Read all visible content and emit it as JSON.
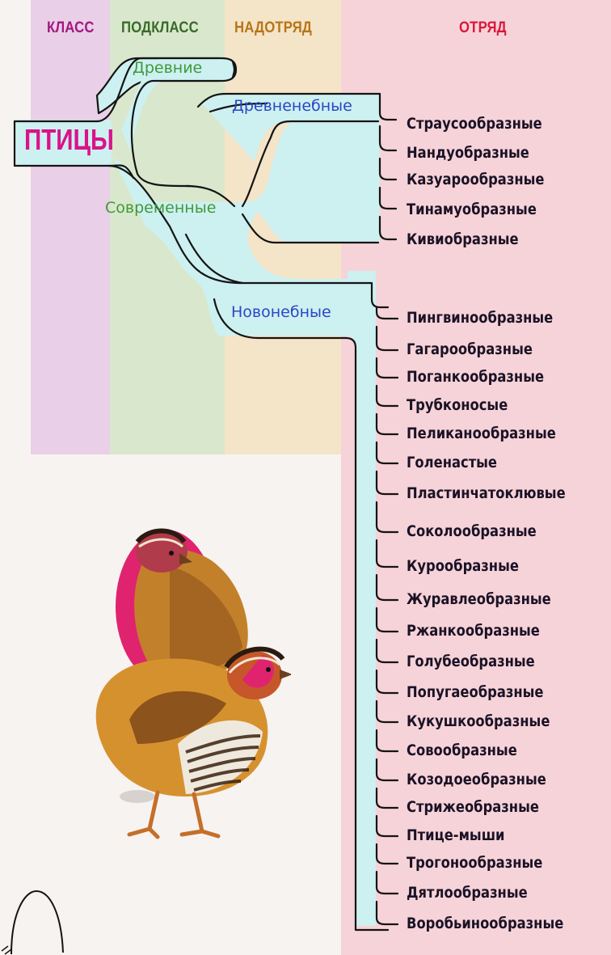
{
  "headers": {
    "class": "КЛАСС",
    "subclass": "ПОДКЛАСС",
    "superorder": "НАДОТРЯД",
    "order": "ОТРЯД"
  },
  "tree": {
    "root": "ПТИЦЫ",
    "ancient": "Древние",
    "modern": "Современные",
    "paleognathae": "Древненебные",
    "neognathae": "Новонебные"
  },
  "paleognathae_orders": [
    "Страусообразные",
    "Нандуобразные",
    "Казуарообразные",
    "Тинамуобразные",
    "Кивиобразные"
  ],
  "neognathae_orders": [
    "Пингвинообразные",
    "Гагарообразные",
    "Поганкообразные",
    "Трубконосые",
    "Пеликанообразные",
    "Голенастые",
    "Пластинчатоклювые",
    "Соколообразные",
    "Курообразные",
    "Журавлеобразные",
    "Ржанкообразные",
    "Голубеобразные",
    "Попугаеобразные",
    "Кукушкообразные",
    "Совообразные",
    "Козодоеобразные",
    "Стрижеобразные",
    "Птице-мыши",
    "Трогонообразные",
    "Дятлообразные",
    "Воробьинообразные"
  ],
  "colors": {
    "class_column": "#eacfe8",
    "subclass_column": "#d9e8cd",
    "superorder_column": "#f4e4c8",
    "order_column": "#f6d3d8",
    "tree_fill": "#cdf0f1",
    "root_label": "#d9138a",
    "ancient_label": "#3f9a3a",
    "modern_label": "#3f9a3a",
    "superorder_label": "#2a47c4"
  }
}
